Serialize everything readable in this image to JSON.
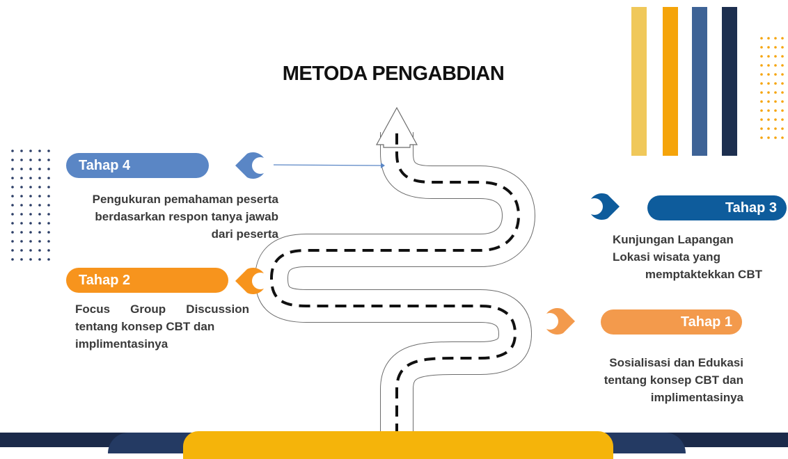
{
  "title": "METODA PENGABDIAN",
  "steps": [
    {
      "label": "Tahap 1",
      "description": [
        "Sosialisasi dan Edukasi",
        "tentang konsep CBT dan",
        "implimentasinya"
      ],
      "color": "#f39a4c"
    },
    {
      "label": "Tahap 2",
      "description": [
        "Focus Group Discussion",
        "tentang konsep CBT dan",
        "implimentasinya"
      ],
      "color": "#f7941d"
    },
    {
      "label": "Tahap 3",
      "description": [
        "Kunjungan Lapangan",
        "Lokasi wisata yang",
        "memptaktekkan CBT"
      ],
      "color": "#0e5c9c"
    },
    {
      "label": "Tahap 4",
      "description": [
        "Pengukuran pemahaman peserta",
        "berdasarkan respon tanya jawab",
        "dari peserta"
      ],
      "color": "#5a86c5"
    }
  ],
  "decor": {
    "bar_colors": [
      "#f0c85a",
      "#f5a40a",
      "#3e6396",
      "#1d2f4f"
    ],
    "road_icon": "winding-road-arrow-icon",
    "marker_icon": "location-pin-icon"
  }
}
